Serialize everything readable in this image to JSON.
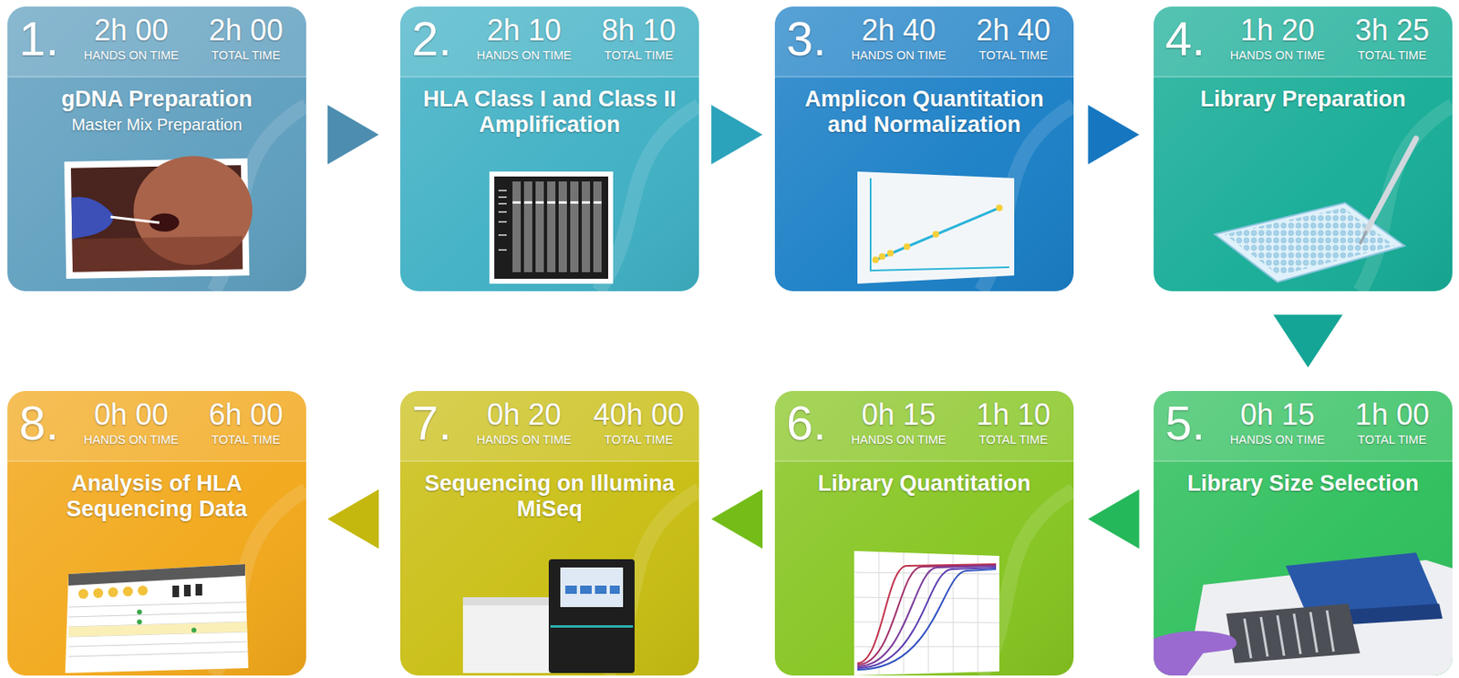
{
  "diagram": {
    "nodes": [
      {
        "text": [
          "1.",
          "2h 00",
          "HANDS ON TIME",
          "2h 00",
          "TOTAL TIME",
          "gDNA Preparation",
          "Master Mix Preparation"
        ]
      },
      {
        "text": [
          "2.",
          "2h 10",
          "HANDS ON TIME",
          "8h 10",
          "TOTAL TIME",
          "HLA Class I and Class II Amplification"
        ]
      },
      {
        "text": [
          "3.",
          "2h 40",
          "HANDS ON TIME",
          "2h 40",
          "TOTAL TIME",
          "Amplicon Quantitation and Normalization"
        ]
      },
      {
        "text": [
          "4.",
          "1h 20",
          "HANDS ON TIME",
          "3h 25",
          "TOTAL TIME",
          "Library Preparation"
        ]
      },
      {
        "text": [
          "5.",
          "0h 15",
          "HANDS ON TIME",
          "1h 00",
          "TOTAL TIME",
          "Library Size Selection"
        ]
      },
      {
        "text": [
          "6.",
          "0h 15",
          "HANDS ON TIME",
          "1h 10",
          "TOTAL TIME",
          "Library Quantitation"
        ]
      },
      {
        "text": [
          "7.",
          "0h 20",
          "HANDS ON TIME",
          "40h 00",
          "TOTAL TIME",
          "Sequencing on Illumina MiSeq"
        ]
      },
      {
        "text": [
          "8.",
          "0h 00",
          "HANDS ON TIME",
          "6h 00",
          "TOTAL TIME",
          "Analysis of HLA Sequencing Data"
        ]
      }
    ],
    "edges": [
      {
        "from": 0,
        "to": 1,
        "arrow": "to"
      },
      {
        "from": 1,
        "to": 2,
        "arrow": "to"
      },
      {
        "from": 2,
        "to": 3,
        "arrow": "to"
      },
      {
        "from": 3,
        "to": 4,
        "arrow": "to"
      },
      {
        "from": 4,
        "to": 5,
        "arrow": "to"
      },
      {
        "from": 5,
        "to": 6,
        "arrow": "to"
      },
      {
        "from": 6,
        "to": 7,
        "arrow": "to"
      }
    ]
  }
}
